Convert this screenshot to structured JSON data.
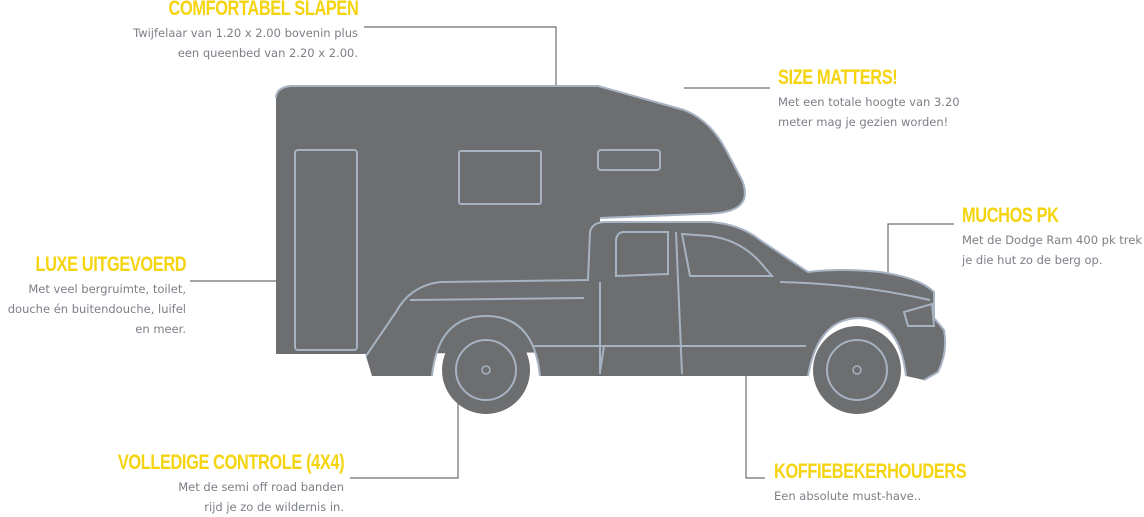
{
  "colors": {
    "accent": "#f5d40f",
    "body_text": "#7b7f86",
    "truck_fill": "#6d6e70",
    "truck_line": "#a6b3c2",
    "leader_line": "#6d6e70"
  },
  "callouts": {
    "slapen": {
      "title": "COMFORTABEL SLAPEN",
      "lines": [
        "Twijfelaar van 1.20 x 2.00 bovenin plus",
        "een queenbed van 2.20 x 2.00."
      ]
    },
    "size": {
      "title": "SIZE MATTERS!",
      "lines": [
        "Met een totale hoogte van 3.20",
        "meter mag je gezien worden!"
      ]
    },
    "pk": {
      "title": "MUCHOS PK",
      "lines": [
        "Met de Dodge Ram 400 pk trek",
        "je die hut zo de berg op."
      ]
    },
    "luxe": {
      "title": "LUXE UITGEVOERD",
      "lines": [
        "Met veel bergruimte, toilet,",
        "douche én buitendouche, luifel",
        "en meer."
      ]
    },
    "x4": {
      "title": "VOLLEDIGE CONTROLE (4X4)",
      "lines": [
        "Met de semi off road banden",
        "rijd je zo de wildernis in."
      ]
    },
    "koffie": {
      "title": "KOFFIEBEKERHOUDERS",
      "lines": [
        "Een absolute must-have.."
      ]
    }
  }
}
